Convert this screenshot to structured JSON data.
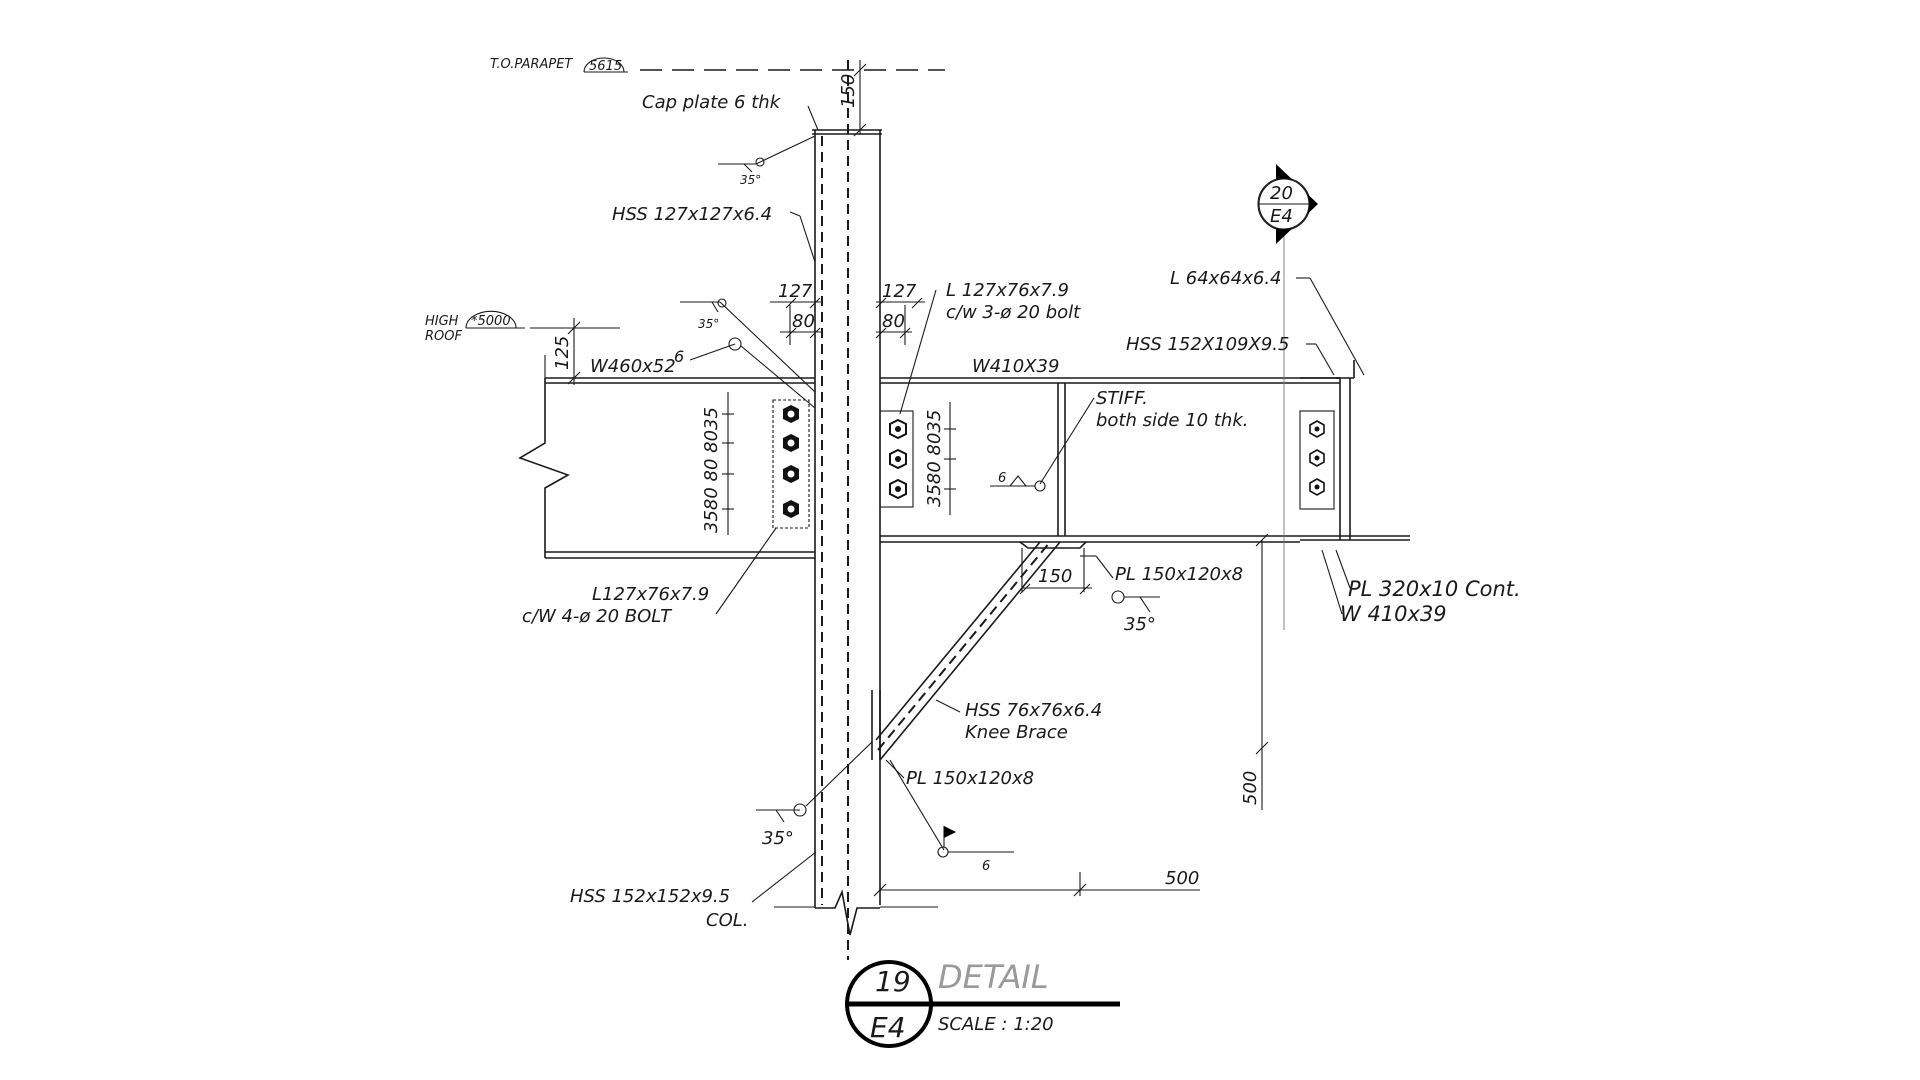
{
  "elevations": {
    "parapet_label": "T.O.PARAPET",
    "parapet_value": "5615",
    "high_roof_line1": "HIGH",
    "high_roof_line2": "ROOF",
    "high_roof_value": "*5000"
  },
  "section_marker": {
    "number": "20",
    "sheet": "E4"
  },
  "dimensions": {
    "cap_150": "150",
    "left_127": "127",
    "left_80": "80",
    "right_127": "127",
    "right_80": "80",
    "roof_125": "125",
    "left_bolt_spacing": "3580 80 8035",
    "right_bolt_spacing": "3580 8035",
    "brace_150": "150",
    "vertical_500": "500",
    "horizontal_500": "500"
  },
  "labels": {
    "cap_plate": "Cap plate 6 thk",
    "hss_column_top": "HSS 127x127x6.4",
    "angle_right_line1": "L 127x76x7.9",
    "angle_right_line2": "c/w 3-ø 20 bolt",
    "w460": "W460x52",
    "w410_top": "W410X39",
    "stiff_line1": "STIFF.",
    "stiff_line2": "both side 10 thk.",
    "angle_64": "L 64x64x6.4",
    "hss_152x109": "HSS 152X109X9.5",
    "pl_150x120_top": "PL 150x120x8",
    "pl_320": "PL 320x10 Cont.",
    "w410_bottom": "W 410x39",
    "angle_left_line1": "L127x76x7.9",
    "angle_left_line2": "c/W 4-ø 20 BOLT",
    "knee_brace_line1": "HSS 76x76x6.4",
    "knee_brace_line2": "Knee Brace",
    "pl_150x120_bottom": "PL 150x120x8",
    "hss_col_line1": "HSS 152x152x9.5",
    "hss_col_line2": "COL."
  },
  "welds": {
    "w35_top": "35°",
    "w35_mid": "35°",
    "w6_left": "6",
    "w6_mid": "6",
    "w35_right": "35°",
    "w35_bottom": "35°",
    "w6_bottom": "6"
  },
  "title_block": {
    "detail_number": "19",
    "sheet": "E4",
    "title": "DETAIL",
    "scale": "SCALE : 1:20"
  }
}
